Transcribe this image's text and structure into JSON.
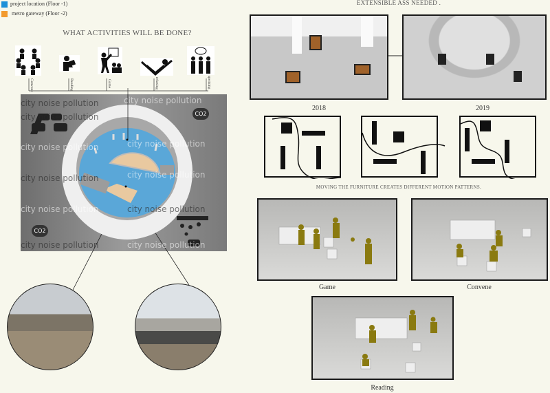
{
  "legend": [
    {
      "label": "project location (Floor -1)",
      "color": "#1e90d8"
    },
    {
      "label": "metro gateway (Floor -2)",
      "color": "#f29a2e"
    }
  ],
  "activities": {
    "title": "WHAT ACTIVITIES WILL BE DONE?",
    "items": [
      {
        "label": "Convene",
        "icon": "group-meeting-icon"
      },
      {
        "label": "Reading",
        "icon": "reading-person-icon"
      },
      {
        "label": "Game",
        "icon": "presentation-game-icon"
      },
      {
        "label": "relaxing",
        "icon": "reclining-person-icon"
      },
      {
        "label": "speaking",
        "icon": "people-talking-icon"
      }
    ]
  },
  "site_plan": {
    "background_text": "city noise pollution",
    "badges": [
      "CO2",
      "CO2"
    ],
    "colors": {
      "floor": "#5aa7d8",
      "inner": "#e9c9a0",
      "ring": "#eeeeee",
      "panel": "#8a8a8a"
    }
  },
  "right": {
    "title": "EXTENSIBLE ASS NEEDED .",
    "photos": [
      {
        "caption": "2018"
      },
      {
        "caption": "2019"
      }
    ],
    "patterns_caption": "MOVING THE FURNITURE CREATES DIFFERENT MOTION PATTERNS.",
    "renders": [
      {
        "caption": "Game"
      },
      {
        "caption": "Convene"
      },
      {
        "caption": "Reading"
      }
    ],
    "figure_color": "#8a7a10"
  }
}
